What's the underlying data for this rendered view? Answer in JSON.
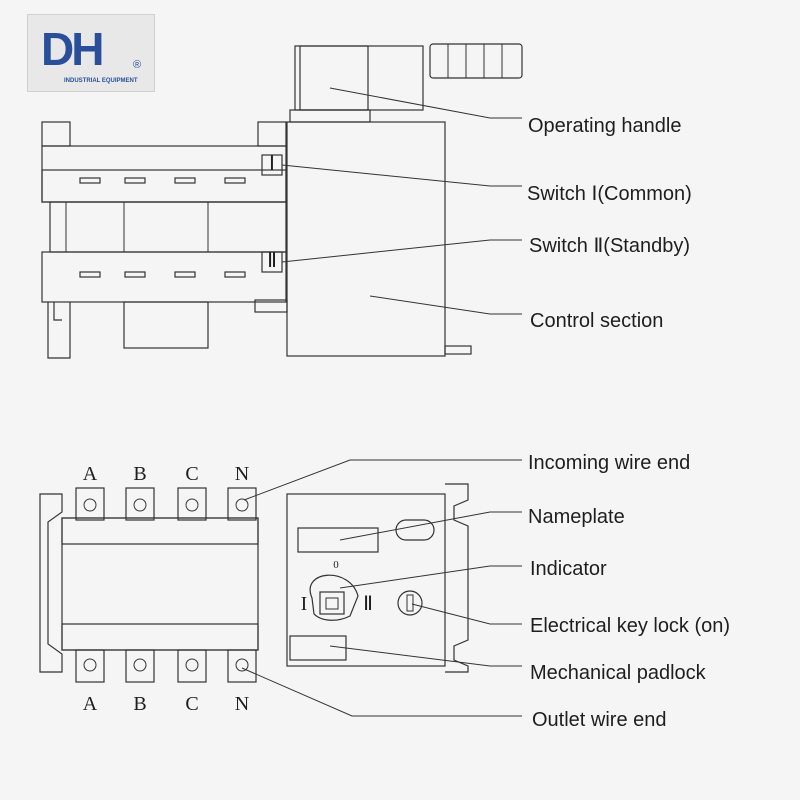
{
  "logo": {
    "mark": "DH",
    "registered": "®",
    "subtitle": "INDUSTRIAL EQUIPMENT"
  },
  "side_view": {
    "labels": {
      "operating_handle": "Operating handle",
      "switch_common": "Switch Ⅰ(Common)",
      "switch_standby": "Switch Ⅱ(Standby)",
      "control_section": "Control section"
    },
    "markers": {
      "switch_1": "Ⅰ",
      "switch_2": "Ⅱ"
    }
  },
  "front_view": {
    "labels": {
      "incoming_wire_end": "Incoming wire end",
      "nameplate": "Nameplate",
      "indicator": "Indicator",
      "electrical_key_lock": "Electrical key lock (on)",
      "mechanical_padlock": "Mechanical padlock",
      "outlet_wire_end": "Outlet wire end"
    },
    "phases_top": [
      "A",
      "B",
      "C",
      "N"
    ],
    "phases_bottom": [
      "A",
      "B",
      "C",
      "N"
    ],
    "indicator_marks": {
      "off": "0",
      "pos_1": "I",
      "pos_2": "Ⅱ"
    }
  },
  "colors": {
    "line": "#333333",
    "background": "#f5f5f5",
    "brand_blue": "#2a4f9a"
  }
}
